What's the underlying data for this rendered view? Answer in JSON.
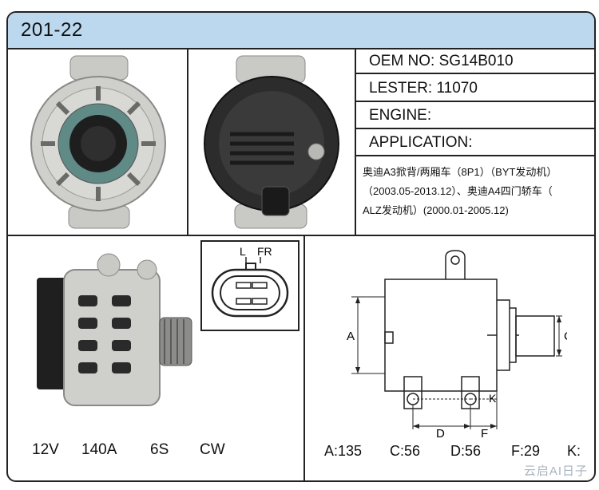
{
  "sheet": {
    "code": "201-22"
  },
  "info": {
    "oem": "OEM NO: SG14B010",
    "lester": "LESTER: 11070",
    "engine": "ENGINE:",
    "application_label": "APPLICATION:",
    "application_lines": [
      "奥迪A3掀背/两厢车（8P1）（BYT发动机）",
      "（2003.05-2013.12）、奥迪A4四门轿车（",
      "ALZ发动机）(2000.01-2005.12)"
    ]
  },
  "connector": {
    "label_l": "L",
    "label_fr": "FR"
  },
  "specs": {
    "voltage": "12V",
    "amperage": "140A",
    "pulley": "6S",
    "rotation": "CW"
  },
  "drawing_labels": {
    "a": "A",
    "c": "C",
    "d": "D",
    "f": "F",
    "k": "K"
  },
  "dimensions": {
    "a": "A:135",
    "c": "C:56",
    "d": "D:56",
    "f": "F:29",
    "k": "K:"
  },
  "watermark": "云启AI日子",
  "colors": {
    "header_bg": "#bcd8ef",
    "border": "#222222",
    "metal": "#c9c9c6",
    "dark": "#2a2a2a"
  }
}
